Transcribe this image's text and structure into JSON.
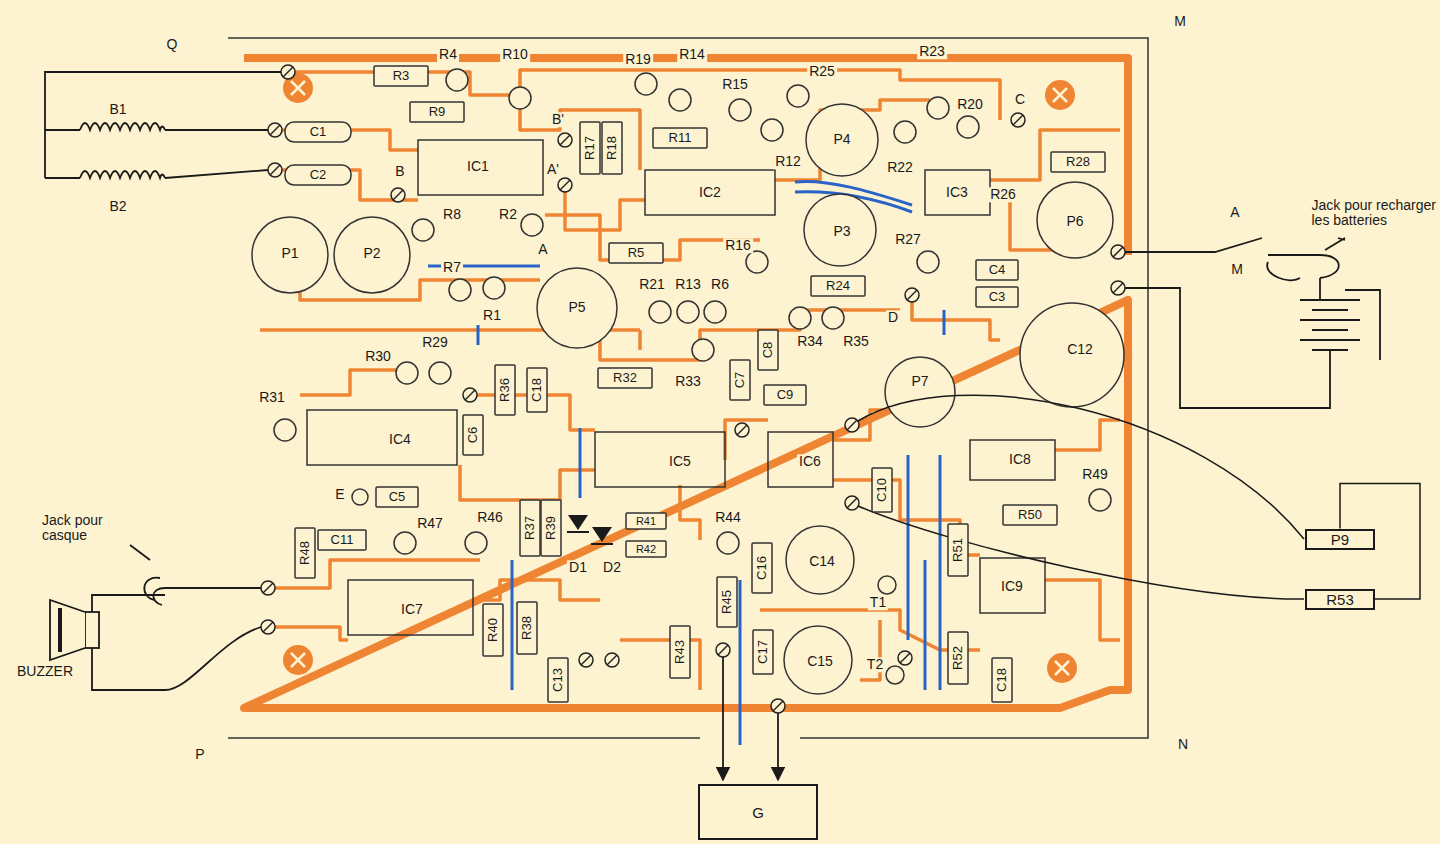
{
  "diagram": {
    "nodes": [
      {
        "text": [
          "G"
        ]
      },
      {
        "text": [
          "P9"
        ]
      },
      {
        "text": [
          "R53"
        ]
      }
    ],
    "edges": [
      {
        "from": 1,
        "to": 2,
        "arrow": "none"
      }
    ],
    "labels": [
      "Q",
      "M",
      "B1",
      "B2",
      "R3",
      "R4",
      "R10",
      "R19",
      "R14",
      "R23",
      "R9",
      "R15",
      "R25",
      "B'",
      "C1",
      "R17",
      "R18",
      "R11",
      "P4",
      "R20",
      "C",
      "C2",
      "B",
      "IC1",
      "A'",
      "IC2",
      "R12",
      "R22",
      "IC3",
      "R26",
      "R28",
      "P3",
      "P6",
      "R8",
      "R2",
      "P1",
      "P2",
      "A",
      "R5",
      "R16",
      "R27",
      "C4",
      "C3",
      "R7",
      "P5",
      "R21",
      "R13",
      "R6",
      "R24",
      "D",
      "R1",
      "R34",
      "R35",
      "C12",
      "R30",
      "R29",
      "C8",
      "R36",
      "C18",
      "R32",
      "R33",
      "C7",
      "C9",
      "P7",
      "R31",
      "IC4",
      "C6",
      "IC5",
      "IC6",
      "IC8",
      "E",
      "C5",
      "R49",
      "R37",
      "R39",
      "C10",
      "R50",
      "C11",
      "R47",
      "R46",
      "R41",
      "R42",
      "R44",
      "D1",
      "D2",
      "R48",
      "C16",
      "C14",
      "R51",
      "IC9",
      "R45",
      "T1",
      "IC7",
      "R40",
      "R38",
      "C13",
      "R43",
      "C17",
      "C15",
      "R52",
      "T2",
      "C18",
      "Jack pour recharger les batteries",
      "A",
      "M",
      "Jack pour casque",
      "BUZZER",
      "P",
      "N"
    ]
  }
}
